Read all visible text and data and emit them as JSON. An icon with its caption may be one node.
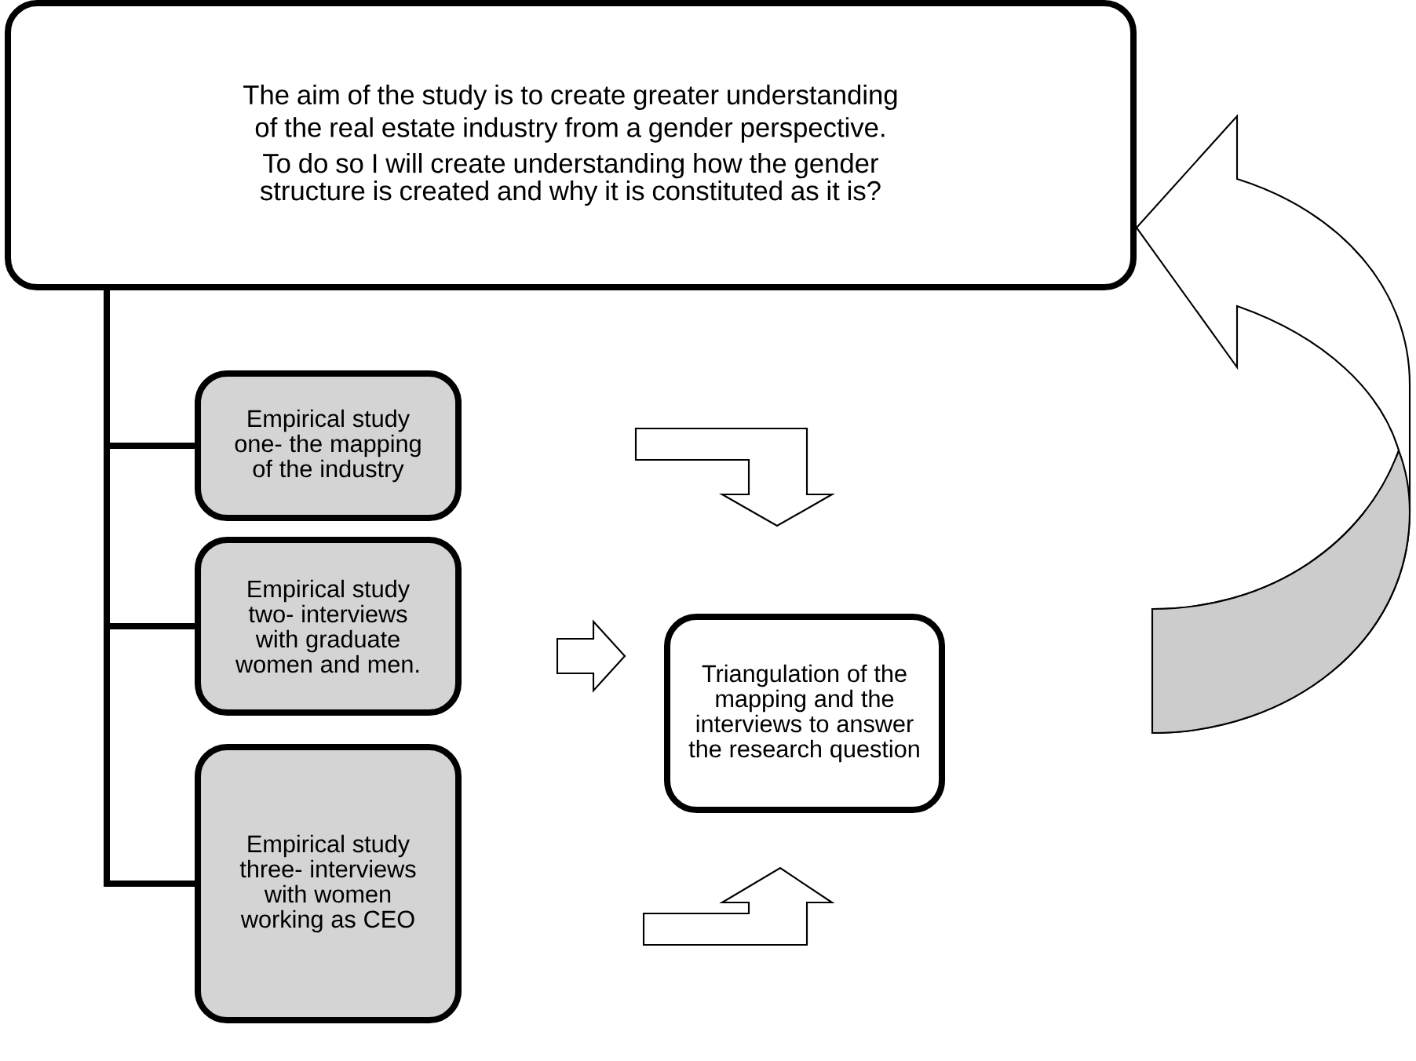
{
  "diagram": {
    "nodes": [
      {
        "text": [
          "The aim of the study is to create greater understanding of the real estate industry from a gender perspective.",
          "To do so I will create understanding how the gender structure is created and why it is constituted as it is?"
        ]
      },
      {
        "text": [
          "Empirical study one- the mapping of the industry"
        ]
      },
      {
        "text": [
          "Empirical study two- interviews with graduate women and men."
        ]
      },
      {
        "text": [
          "Empirical study three- interviews with women working as CEO"
        ]
      },
      {
        "text": [
          "Triangulation of the mapping and the interviews to answer the research question"
        ]
      }
    ],
    "edges": [
      {
        "from": 0,
        "to": 1,
        "arrow": "none"
      },
      {
        "from": 0,
        "to": 2,
        "arrow": "none"
      },
      {
        "from": 0,
        "to": 3,
        "arrow": "none"
      },
      {
        "from": null,
        "to": 0,
        "arrow": "to"
      }
    ]
  }
}
